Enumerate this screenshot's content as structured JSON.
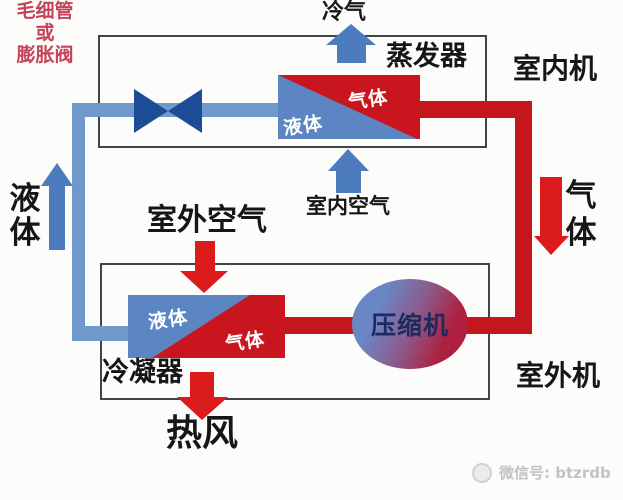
{
  "diagram": {
    "indoor_section": {
      "cold_air": "冷气",
      "expansion_device": {
        "line1": "毛细管",
        "line2": "或",
        "line3": "膨胀阀"
      },
      "evaporator_title": "蒸发器",
      "unit_label": "室内机",
      "evaporator_block": {
        "gas": "气体",
        "liquid": "液体"
      },
      "indoor_air": "室内空气"
    },
    "pipes": {
      "left_vertical_state": "液体",
      "right_vertical_state": "气体"
    },
    "outdoor_section": {
      "outdoor_air": "室外空气",
      "condenser_block": {
        "liquid": "液体",
        "gas": "气体"
      },
      "compressor": "压缩机",
      "condenser_title": "冷凝器",
      "unit_label": "室外机",
      "hot_wind": "热风"
    },
    "watermark": {
      "text": "微信号: btzrdb"
    }
  },
  "colors": {
    "pipe_blue": "#6e99ca",
    "pipe_red": "#c4161c",
    "arrow_blue": "#4d7cbe",
    "arrow_red": "#dc1b1c",
    "valve_blue": "#1d4c97",
    "block_blue": "#5b86c3",
    "block_red": "#c9151d",
    "expansion_text_red": "#c54358",
    "compressor_gradient_start": "#6a86c5",
    "compressor_gradient_end": "#ad2040",
    "compressor_text": "#1c2b5e",
    "box_border": "#3d444b",
    "watermark_gray": "#c3c3c3"
  }
}
